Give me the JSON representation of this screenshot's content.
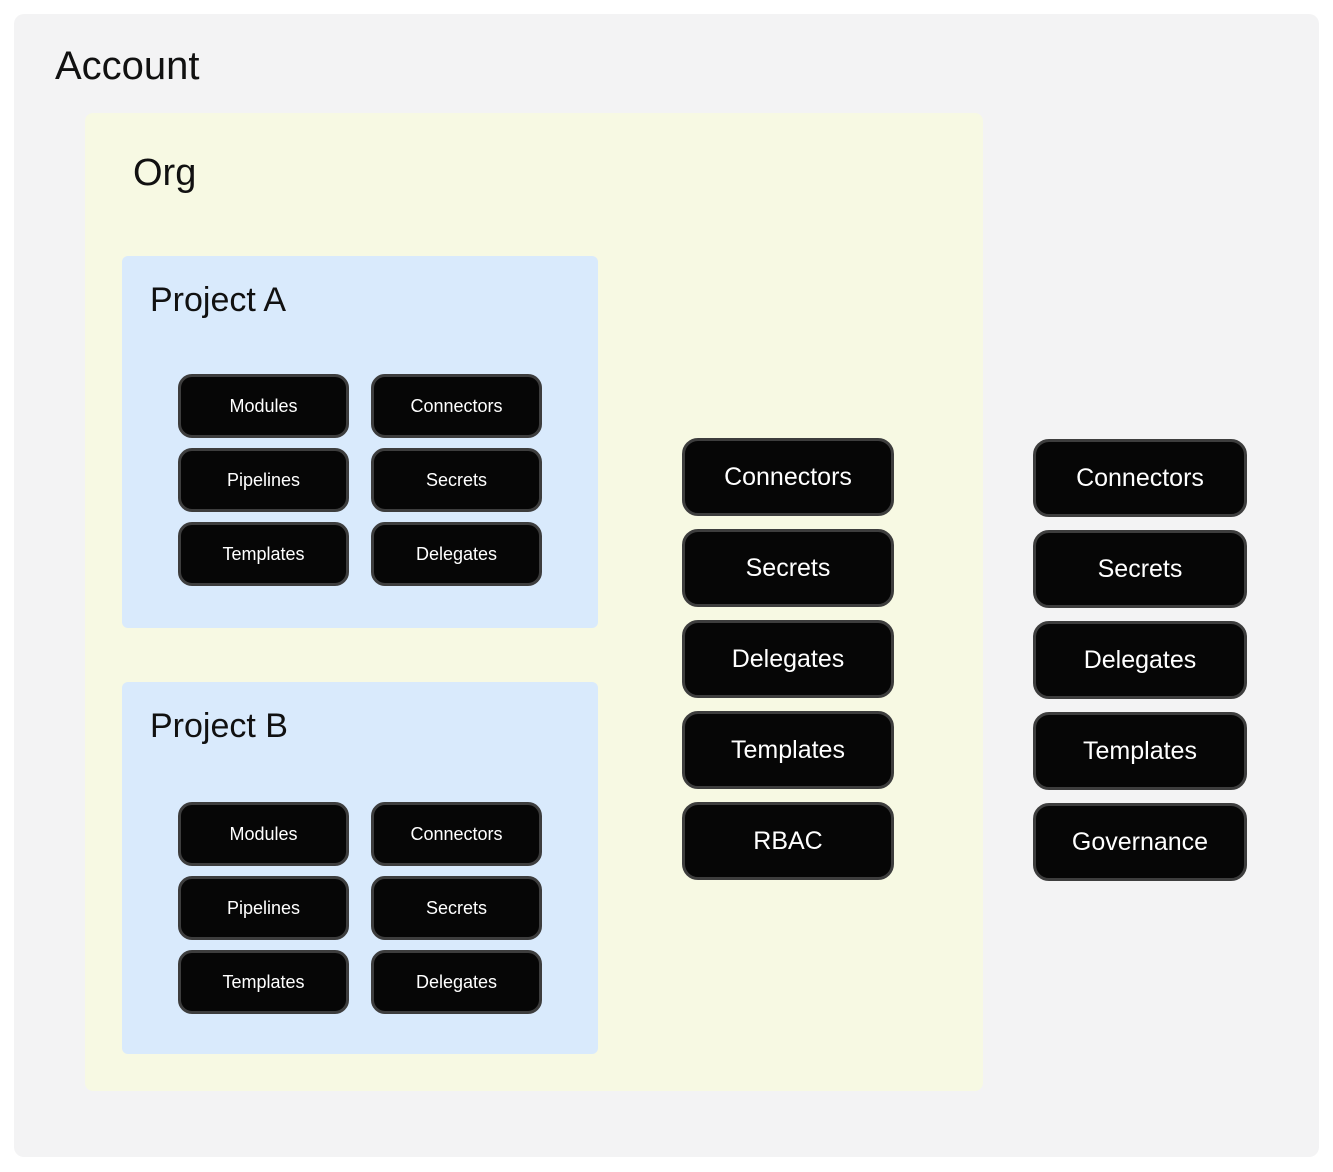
{
  "account": {
    "title": "Account"
  },
  "org": {
    "title": "Org"
  },
  "projects": [
    {
      "title": "Project A",
      "buttons": [
        "Modules",
        "Connectors",
        "Pipelines",
        "Secrets",
        "Templates",
        "Delegates"
      ]
    },
    {
      "title": "Project B",
      "buttons": [
        "Modules",
        "Connectors",
        "Pipelines",
        "Secrets",
        "Templates",
        "Delegates"
      ]
    }
  ],
  "org_buttons": [
    "Connectors",
    "Secrets",
    "Delegates",
    "Templates",
    "RBAC"
  ],
  "account_buttons": [
    "Connectors",
    "Secrets",
    "Delegates",
    "Templates",
    "Governance"
  ],
  "colors": {
    "canvas_bg": "#ffffff",
    "account_bg": "#f3f3f4",
    "org_bg": "#f7f9e3",
    "project_bg": "#d9eafc",
    "node_bg": "#060606",
    "node_border": "#3d3d3d",
    "node_text": "#ffffff",
    "title_text": "#111111"
  }
}
